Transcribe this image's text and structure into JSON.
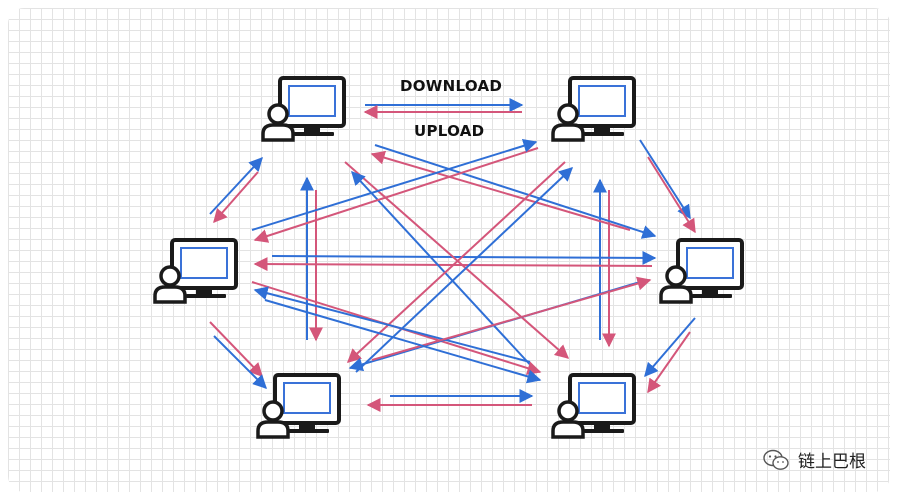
{
  "labels": {
    "download": "DOWNLOAD",
    "upload": "UPLOAD"
  },
  "watermark": {
    "text": "链上巴根",
    "icon": "wechat-icon"
  },
  "colors": {
    "upload": "#2f6fd6",
    "download": "#d4567a",
    "monitor": "#1a1a1a",
    "screen": "#3a72d8"
  },
  "nodes": [
    {
      "id": "top-left"
    },
    {
      "id": "top-right"
    },
    {
      "id": "left"
    },
    {
      "id": "right"
    },
    {
      "id": "bottom-left"
    },
    {
      "id": "bottom-right"
    }
  ]
}
